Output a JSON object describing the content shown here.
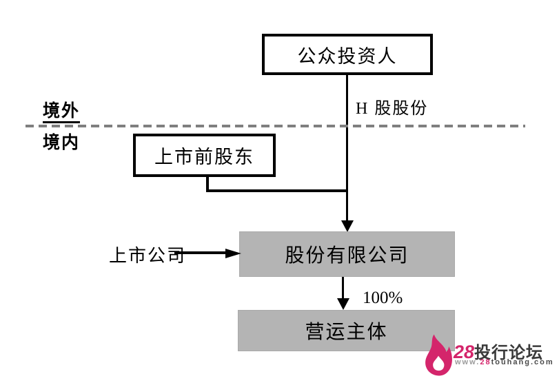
{
  "diagram": {
    "regions": {
      "offshore_label": "境外",
      "onshore_label": "境内"
    },
    "nodes": {
      "public_investors": "公众投资人",
      "pre_listing_shareholders": "上市前股东",
      "joint_stock_company": "股份有限公司",
      "operating_entity": "营运主体"
    },
    "edges": {
      "h_share_label": "H 股股份",
      "listed_company_label": "上市公司",
      "ownership_label": "100%"
    },
    "colors": {
      "line": "#000000",
      "box_border": "#000000",
      "boundary_dash": "#7f7f7f",
      "gray_fill": "#b4b4b4",
      "background": "#ffffff"
    }
  },
  "watermark": {
    "flame_icon": "flame-icon",
    "site_number": "28",
    "site_name": "投行论坛",
    "url_www": "www.",
    "url_number": "28",
    "url_rest": "touhang.com",
    "brand_pink": "#d4256b",
    "name_color": "#3a3a3a",
    "url_gray": "#9a9a9a"
  }
}
